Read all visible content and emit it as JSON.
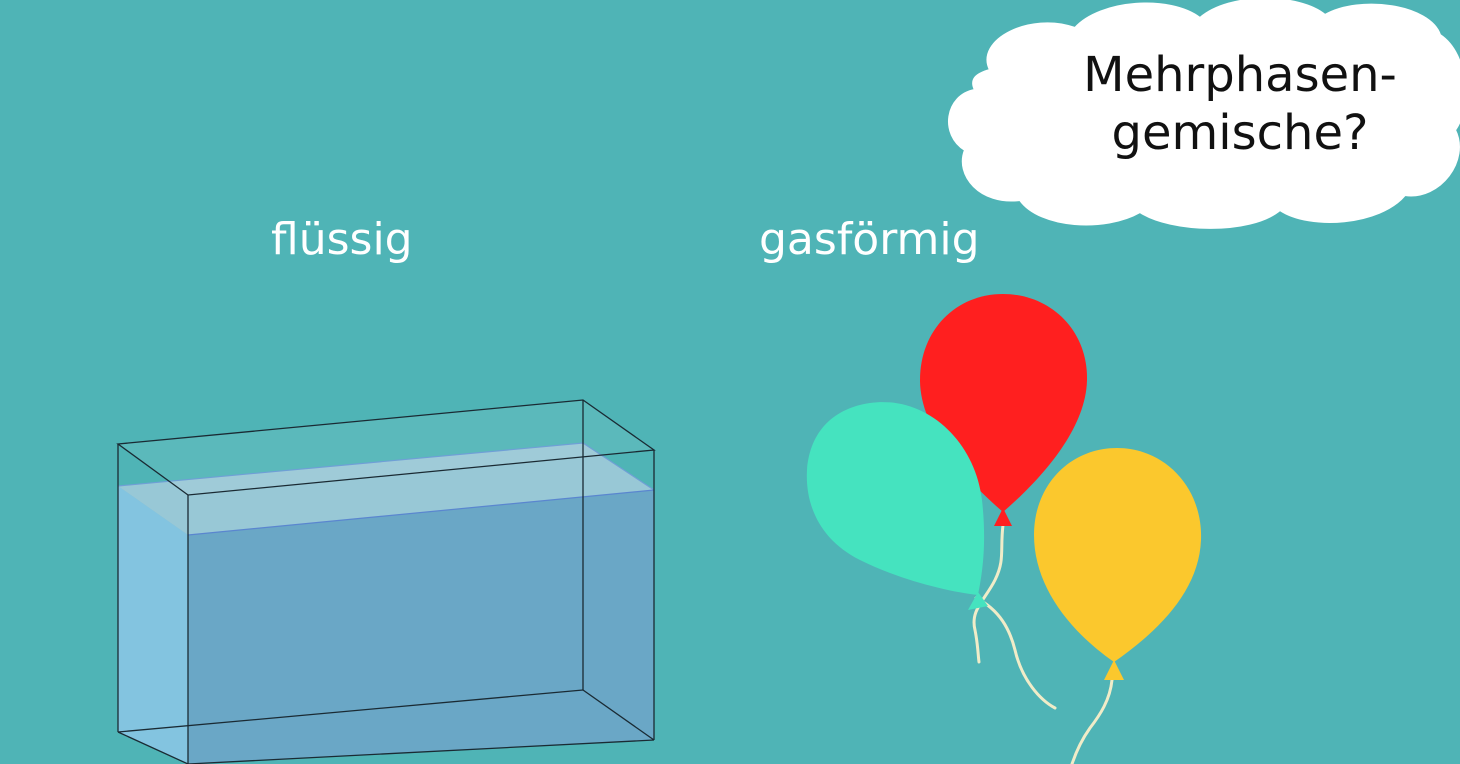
{
  "labels": {
    "liquid": "flüssig",
    "gas": "gasförmig"
  },
  "cloud": {
    "line1": "Mehrphasen-",
    "line2": "gemische?"
  },
  "illustrations": {
    "tank": "water-tank",
    "balloons": [
      "red-balloon",
      "turquoise-balloon",
      "yellow-balloon"
    ]
  },
  "colors": {
    "background": "#4fb4b6",
    "water": "#6aa7c6",
    "balloon_red": "#ff1f1f",
    "balloon_turquoise": "#45e3bf",
    "balloon_yellow": "#fbc82d",
    "cloud": "#ffffff"
  }
}
